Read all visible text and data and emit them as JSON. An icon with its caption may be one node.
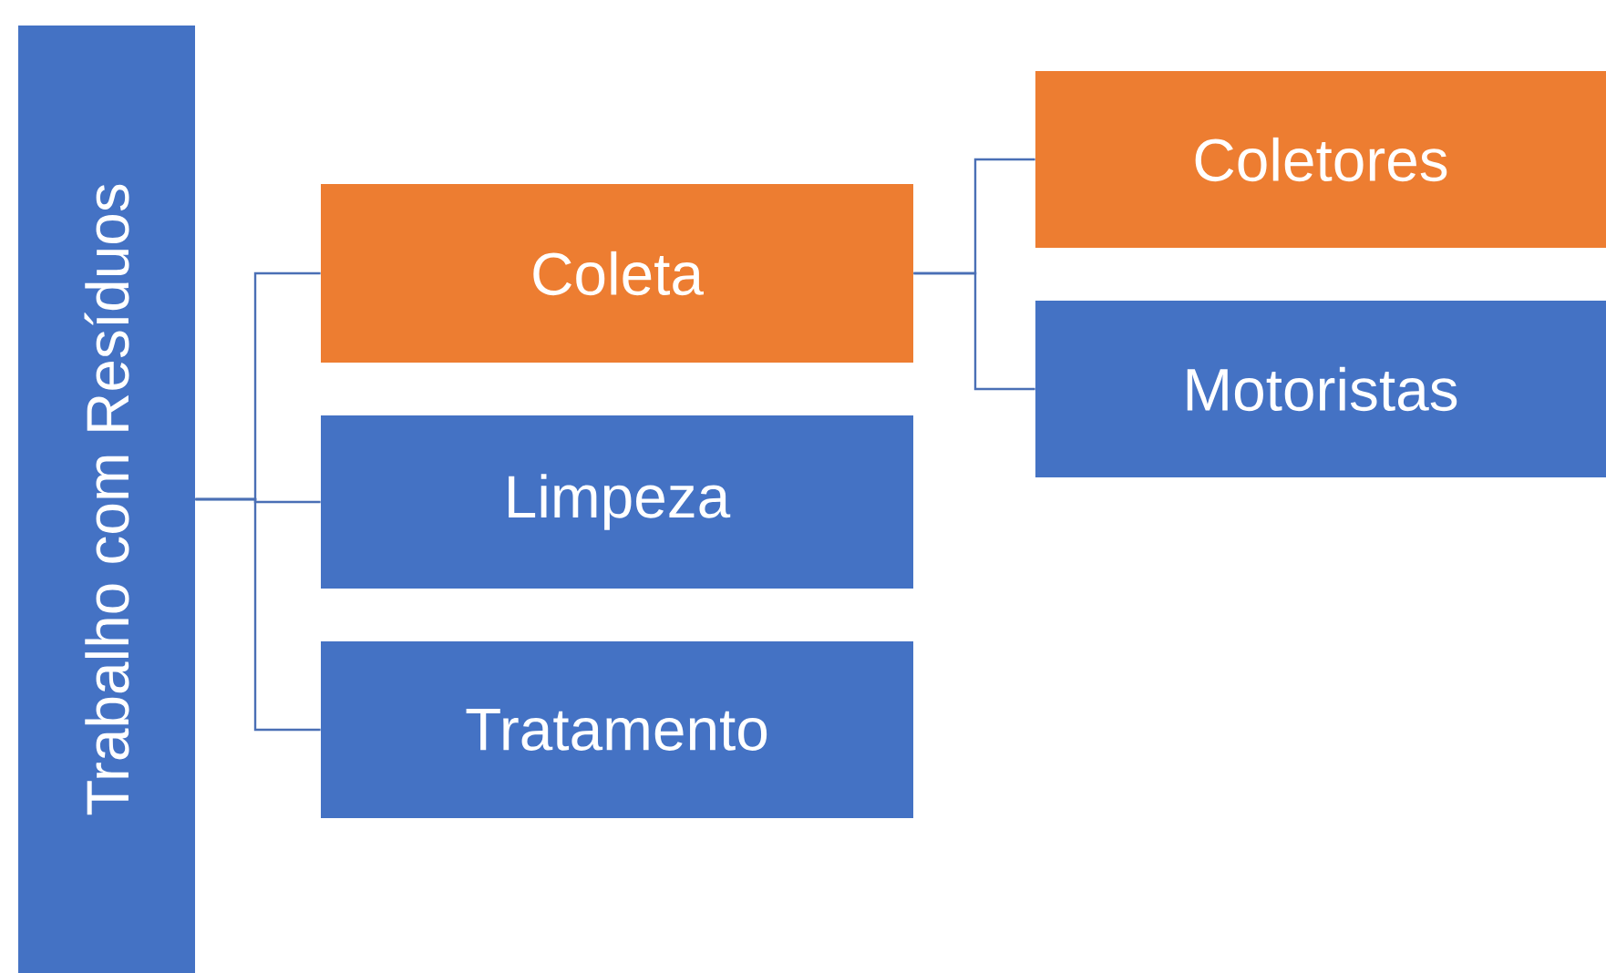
{
  "diagram": {
    "nodes": [
      {
        "text": [
          "Trabalho com Resíduos"
        ]
      },
      {
        "text": [
          "Coleta"
        ]
      },
      {
        "text": [
          "Limpeza"
        ]
      },
      {
        "text": [
          "Tratamento"
        ]
      },
      {
        "text": [
          "Coletores"
        ]
      },
      {
        "text": [
          "Motoristas"
        ]
      }
    ],
    "edges": [
      {
        "from": 0,
        "to": 1,
        "arrow": "none"
      },
      {
        "from": 0,
        "to": 2,
        "arrow": "none"
      },
      {
        "from": 0,
        "to": 3,
        "arrow": "none"
      },
      {
        "from": 1,
        "to": 4,
        "arrow": "none"
      },
      {
        "from": 1,
        "to": 5,
        "arrow": "none"
      }
    ]
  }
}
